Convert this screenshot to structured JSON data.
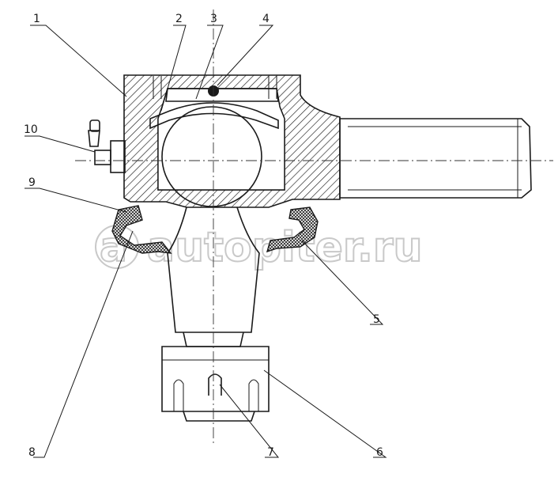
{
  "watermark": {
    "text": "autopiter.ru",
    "color": "#c9c9c9"
  },
  "callouts": [
    {
      "id": "1",
      "text": "1"
    },
    {
      "id": "2",
      "text": "2"
    },
    {
      "id": "3",
      "text": "3"
    },
    {
      "id": "4",
      "text": "4"
    },
    {
      "id": "5",
      "text": "5"
    },
    {
      "id": "6",
      "text": "6"
    },
    {
      "id": "7",
      "text": "7"
    },
    {
      "id": "8",
      "text": "8"
    },
    {
      "id": "9",
      "text": "9"
    },
    {
      "id": "10",
      "text": "10"
    }
  ],
  "colors": {
    "line": "#1a1a1a",
    "background": "#ffffff"
  }
}
